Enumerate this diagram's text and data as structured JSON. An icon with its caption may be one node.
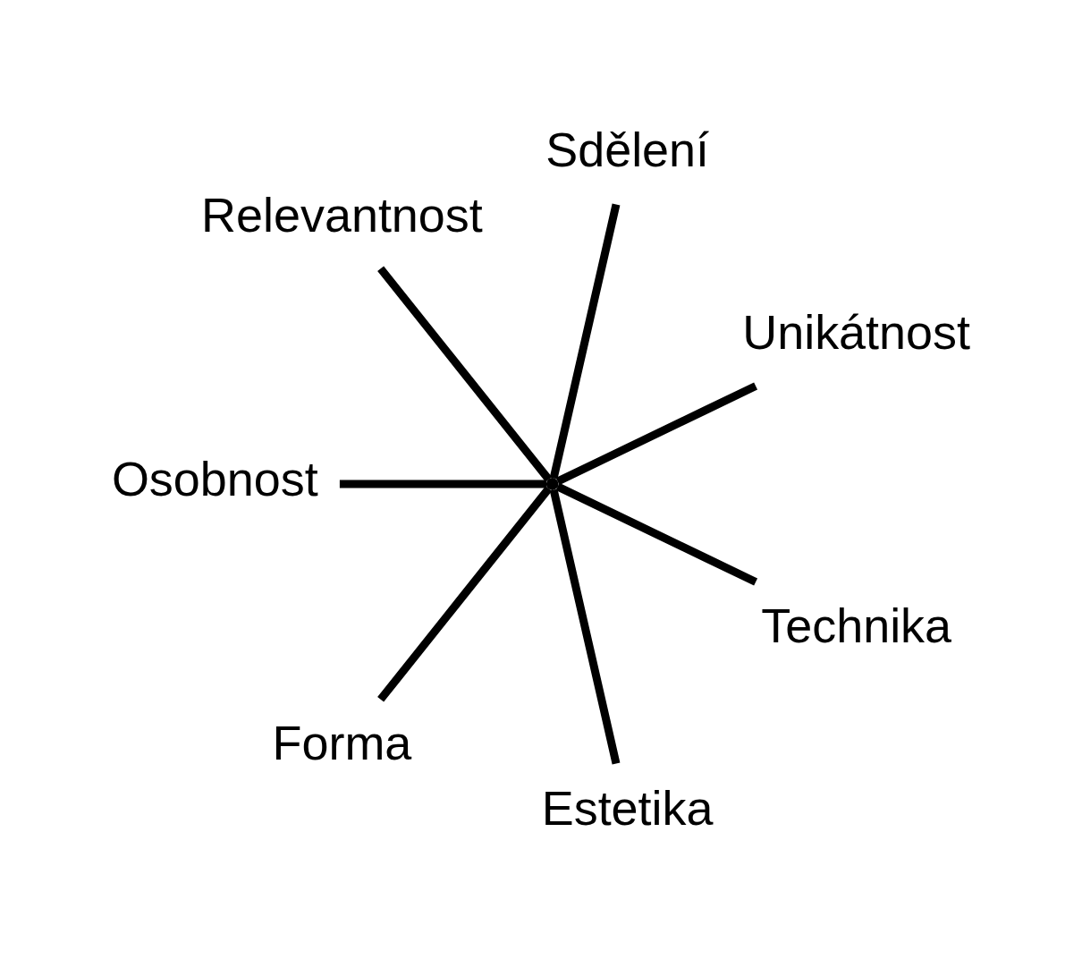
{
  "diagram": {
    "nodes": [
      {
        "text": [
          "Unikátnost"
        ]
      },
      {
        "text": [
          "Sdělení"
        ]
      },
      {
        "text": [
          "Relevantnost"
        ]
      },
      {
        "text": [
          "Osobnost"
        ]
      },
      {
        "text": [
          "Forma"
        ]
      },
      {
        "text": [
          "Estetika"
        ]
      },
      {
        "text": [
          "Technika"
        ]
      },
      {
        "text": [],
        "shape": "point"
      }
    ],
    "edges": [
      {
        "from": 7,
        "to": 0,
        "arrow": "none"
      },
      {
        "from": 7,
        "to": 1,
        "arrow": "none"
      },
      {
        "from": 7,
        "to": 3,
        "arrow": "none"
      },
      {
        "from": 7,
        "to": 6,
        "arrow": "none"
      },
      {
        "from": 7,
        "to": 5,
        "arrow": "none"
      },
      {
        "from": 7,
        "to": 4,
        "arrow": "none"
      },
      {
        "from": 7,
        "to": 2,
        "arrow": "none"
      }
    ]
  }
}
